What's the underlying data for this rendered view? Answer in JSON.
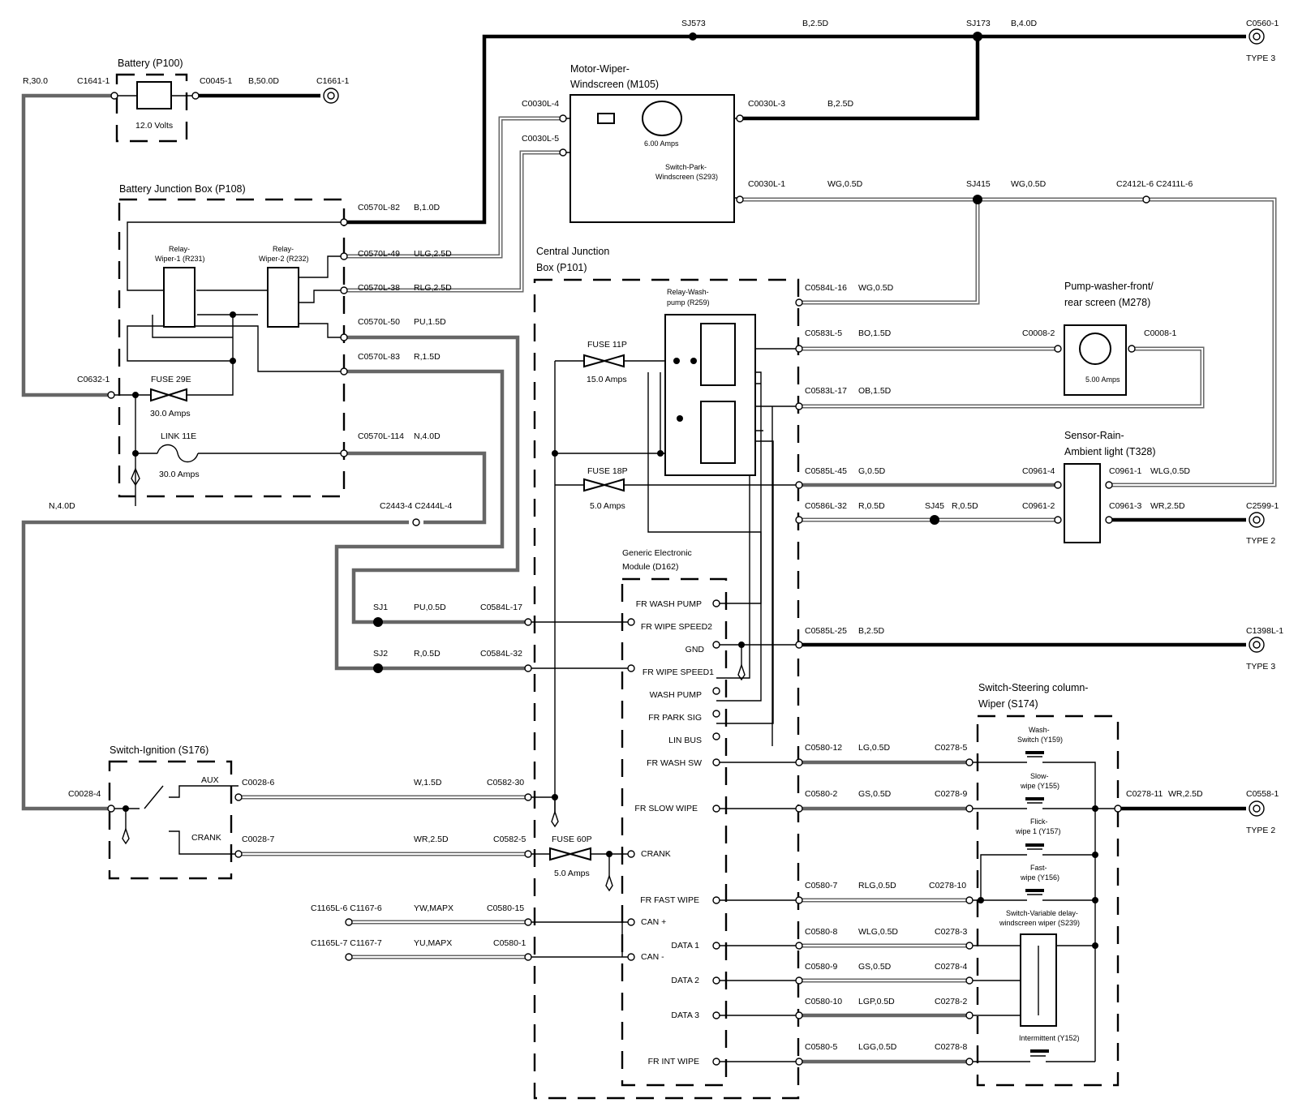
{
  "components": {
    "battery": {
      "title": "Battery (P100)",
      "rating": "12.0 Volts"
    },
    "bjb": {
      "title": "Battery Junction Box (P108)",
      "relay1": [
        "Relay-",
        "Wiper-1 (R231)"
      ],
      "relay2": [
        "Relay-",
        "Wiper-2 (R232)"
      ]
    },
    "fuse29e": {
      "name": "FUSE 29E",
      "rating": "30.0 Amps"
    },
    "link11e": {
      "name": "LINK 11E",
      "rating": "30.0 Amps"
    },
    "motor": {
      "title": [
        "Motor-Wiper-",
        "Windscreen (M105)"
      ],
      "rating": "6.00 Amps",
      "park": [
        "Switch-Park-",
        "Windscreen (S293)"
      ]
    },
    "cjb": {
      "title": [
        "Central Junction",
        "Box (P101)"
      ]
    },
    "relaywash": {
      "title": [
        "Relay-Wash-",
        "pump (R259)"
      ]
    },
    "fuse11p": {
      "name": "FUSE 11P",
      "rating": "15.0 Amps"
    },
    "fuse18p": {
      "name": "FUSE 18P",
      "rating": "5.0 Amps"
    },
    "fuse60p": {
      "name": "FUSE 60P",
      "rating": "5.0 Amps"
    },
    "pump": {
      "title": [
        "Pump-washer-front/",
        "rear screen (M278)"
      ],
      "rating": "5.00 Amps"
    },
    "sensor": {
      "title": [
        "Sensor-Rain-",
        "Ambient light (T328)"
      ]
    },
    "gem": {
      "title": [
        "Generic Electronic",
        "Module (D162)"
      ]
    },
    "ignition": {
      "title": "Switch-Ignition (S176)",
      "aux": "AUX",
      "crank": "CRANK"
    },
    "steering": {
      "title": [
        "Switch-Steering column-",
        "Wiper (S174)"
      ],
      "wash": [
        "Wash-",
        "Switch (Y159)"
      ],
      "slow": [
        "Slow-",
        "wipe (Y155)"
      ],
      "flick": [
        "Flick-",
        "wipe 1 (Y157)"
      ],
      "fast": [
        "Fast-",
        "wipe (Y156)"
      ],
      "variable": [
        "Switch-Variable delay-",
        "windscreen wiper (S239)"
      ],
      "intermittent": "Intermittent (Y152)"
    }
  },
  "gem_pins": [
    "FR WASH PUMP",
    "FR WIPE SPEED2",
    "GND",
    "FR WIPE SPEED1",
    "WASH PUMP",
    "FR PARK SIG",
    "LIN BUS",
    "FR WASH SW",
    "FR SLOW WIPE",
    "CRANK",
    "FR FAST WIPE",
    "CAN +",
    "CAN -",
    "DATA 1",
    "DATA 2",
    "DATA 3",
    "FR INT WIPE"
  ],
  "connectors": [
    "C1641-1",
    "C0045-1",
    "C1661-1",
    "C0560-1",
    "C0030L-4",
    "C0030L-5",
    "C0030L-3",
    "C0030L-1",
    "C2412L-6 C2411L-6",
    "C0570L-82",
    "C0570L-49",
    "C0570L-38",
    "C0570L-50",
    "C0570L-83",
    "C0570L-114",
    "C0632-1",
    "C2443-4 C2444L-4",
    "C0584L-16",
    "C0583L-5",
    "C0583L-17",
    "C0585L-45",
    "C0586L-32",
    "C0585L-25",
    "C0008-2",
    "C0008-1",
    "C0961-4",
    "C0961-1",
    "C0961-2",
    "C0961-3",
    "C2599-1",
    "C1398L-1",
    "C0584L-17",
    "C0584L-32",
    "C0028-4",
    "C0028-6",
    "C0028-7",
    "C0582-30",
    "C0582-5",
    "C1165L-6 C1167-6",
    "C1165L-7 C1167-7",
    "C0580-15",
    "C0580-1",
    "C0580-12",
    "C0580-2",
    "C0580-7",
    "C0580-8",
    "C0580-9",
    "C0580-10",
    "C0580-5",
    "C0278-5",
    "C0278-9",
    "C0278-10",
    "C0278-3",
    "C0278-4",
    "C0278-2",
    "C0278-8",
    "C0278-11",
    "C0558-1"
  ],
  "splices": [
    "SJ573",
    "SJ173",
    "SJ415",
    "SJ45",
    "SJ1",
    "SJ2"
  ],
  "wires": [
    "R,30.0",
    "B,50.0D",
    "B,2.5D",
    "B,4.0D",
    "WG,0.5D",
    "B,1.0D",
    "ULG,2.5D",
    "RLG,2.5D",
    "PU,1.5D",
    "R,1.5D",
    "N,4.0D",
    "BO,1.5D",
    "OB,1.5D",
    "G,0.5D",
    "R,0.5D",
    "WLG,0.5D",
    "PU,0.5D",
    "W,1.5D",
    "WR,2.5D",
    "YW,MAPX",
    "YU,MAPX",
    "LG,0.5D",
    "GS,0.5D",
    "RLG,0.5D",
    "LGP,0.5D",
    "LGG,0.5D"
  ],
  "ground_types": [
    "TYPE 3",
    "TYPE 2"
  ]
}
